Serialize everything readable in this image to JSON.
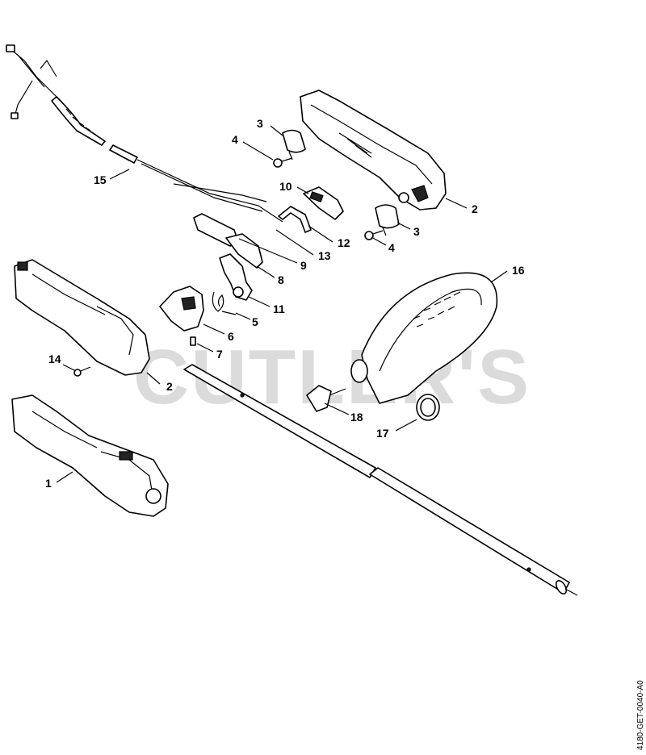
{
  "watermark": "CUTLER'S",
  "document_code": "4180-GET-0040-A0",
  "callouts": [
    {
      "id": "callout-1",
      "label": "1"
    },
    {
      "id": "callout-2a",
      "label": "2"
    },
    {
      "id": "callout-2b",
      "label": "2"
    },
    {
      "id": "callout-3a",
      "label": "3"
    },
    {
      "id": "callout-3b",
      "label": "3"
    },
    {
      "id": "callout-4a",
      "label": "4"
    },
    {
      "id": "callout-4b",
      "label": "4"
    },
    {
      "id": "callout-5",
      "label": "5"
    },
    {
      "id": "callout-6",
      "label": "6"
    },
    {
      "id": "callout-7",
      "label": "7"
    },
    {
      "id": "callout-8",
      "label": "8"
    },
    {
      "id": "callout-9",
      "label": "9"
    },
    {
      "id": "callout-10",
      "label": "10"
    },
    {
      "id": "callout-11",
      "label": "11"
    },
    {
      "id": "callout-12",
      "label": "12"
    },
    {
      "id": "callout-13",
      "label": "13"
    },
    {
      "id": "callout-14",
      "label": "14"
    },
    {
      "id": "callout-15",
      "label": "15"
    },
    {
      "id": "callout-16",
      "label": "16"
    },
    {
      "id": "callout-17",
      "label": "17"
    },
    {
      "id": "callout-18",
      "label": "18"
    }
  ]
}
